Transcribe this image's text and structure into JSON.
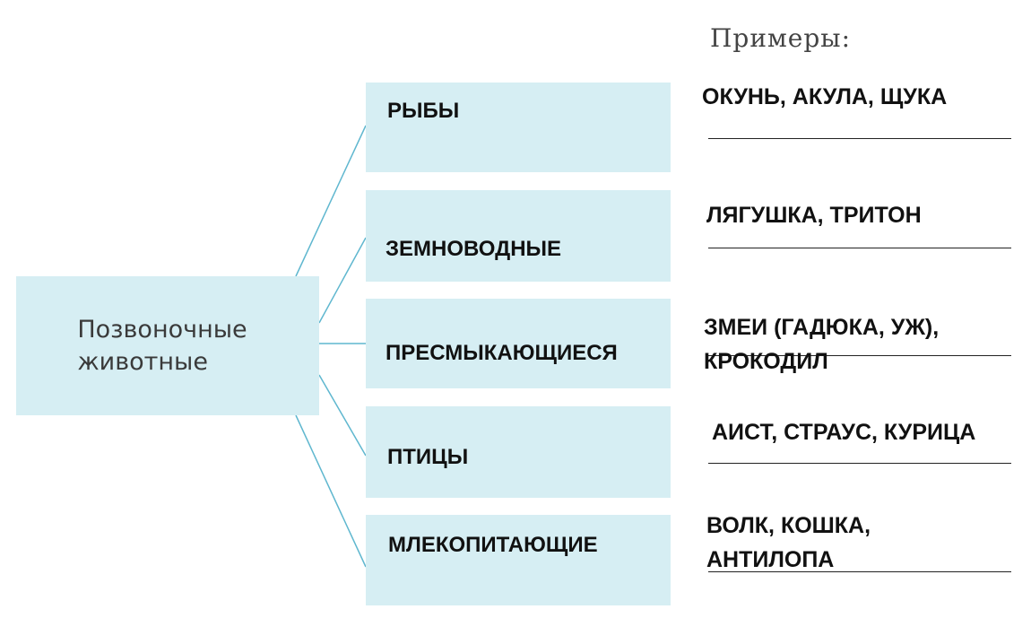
{
  "header": {
    "title": "Примеры:"
  },
  "root": {
    "label": "Позвоночные\nживотные"
  },
  "categories": [
    {
      "label": "РЫБЫ",
      "example": "ОКУНЬ, АКУЛА, ЩУКА"
    },
    {
      "label": "ЗЕМНОВОДНЫЕ",
      "example": "ЛЯГУШКА, ТРИТОН"
    },
    {
      "label": "ПРЕСМЫКАЮЩИЕСЯ",
      "example": "ЗМЕИ (ГАДЮКА, УЖ),\nКРОКОДИЛ"
    },
    {
      "label": "ПТИЦЫ",
      "example": "АИСТ, СТРАУС, КУРИЦА"
    },
    {
      "label": "МЛЕКОПИТАЮЩИЕ",
      "example": "ВОЛК, КОШКА,\nАНТИЛОПА"
    }
  ],
  "colors": {
    "box_fill": "#d6eef3",
    "connector": "#5fb7cf"
  }
}
